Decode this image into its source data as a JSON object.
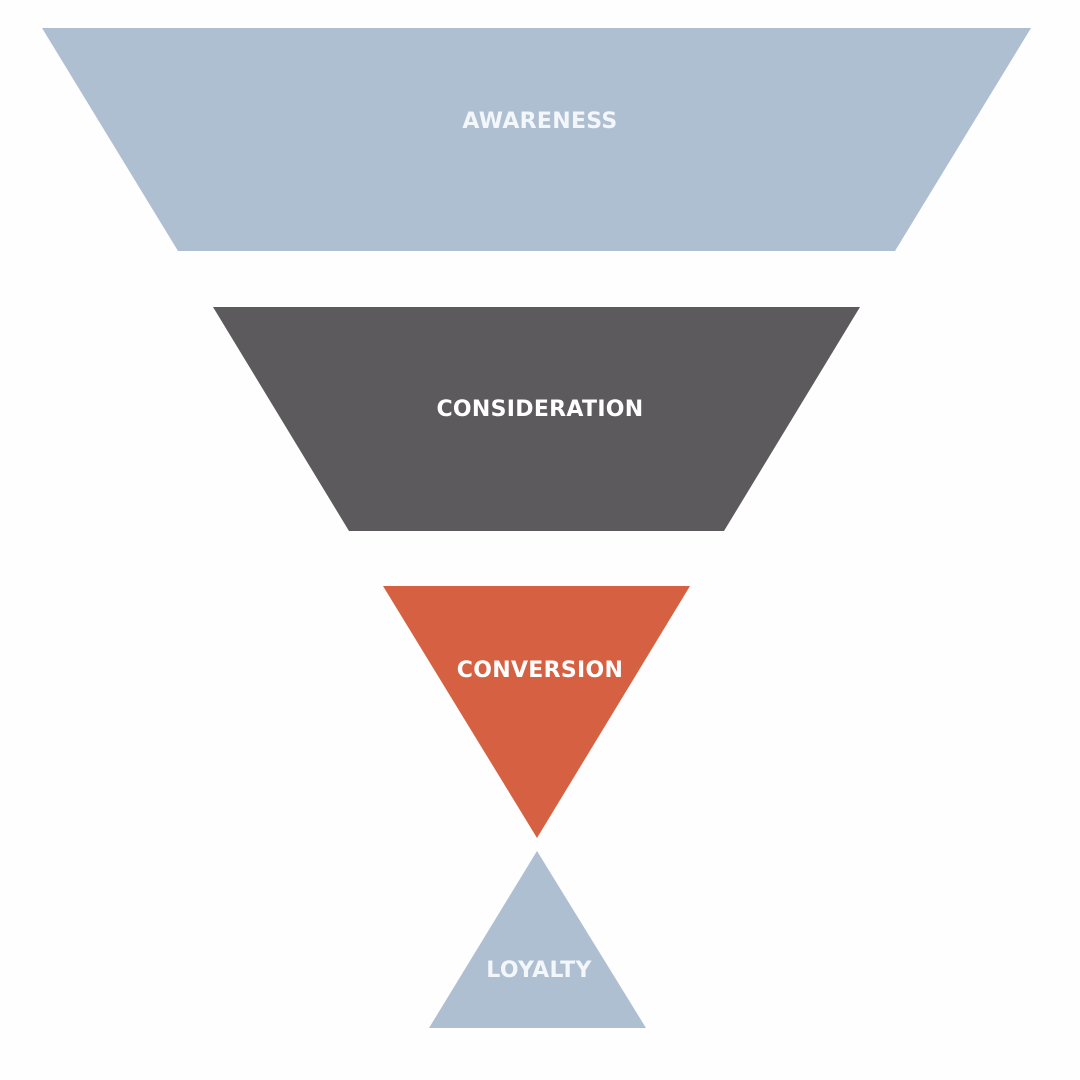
{
  "diagram": {
    "type": "funnel",
    "stages": [
      {
        "key": "awareness",
        "label": "AWARENESS",
        "fill": "#aebfd2",
        "text_color": "#f3f6fa"
      },
      {
        "key": "consideration",
        "label": "CONSIDERATION",
        "fill": "#5c5a5d",
        "text_color": "#ffffff"
      },
      {
        "key": "conversion",
        "label": "CONVERSION",
        "fill": "#d66142",
        "text_color": "#ffffff"
      },
      {
        "key": "loyalty",
        "label": "LOYALTY",
        "fill": "#aebfd2",
        "text_color": "#f3f6fa"
      }
    ]
  }
}
